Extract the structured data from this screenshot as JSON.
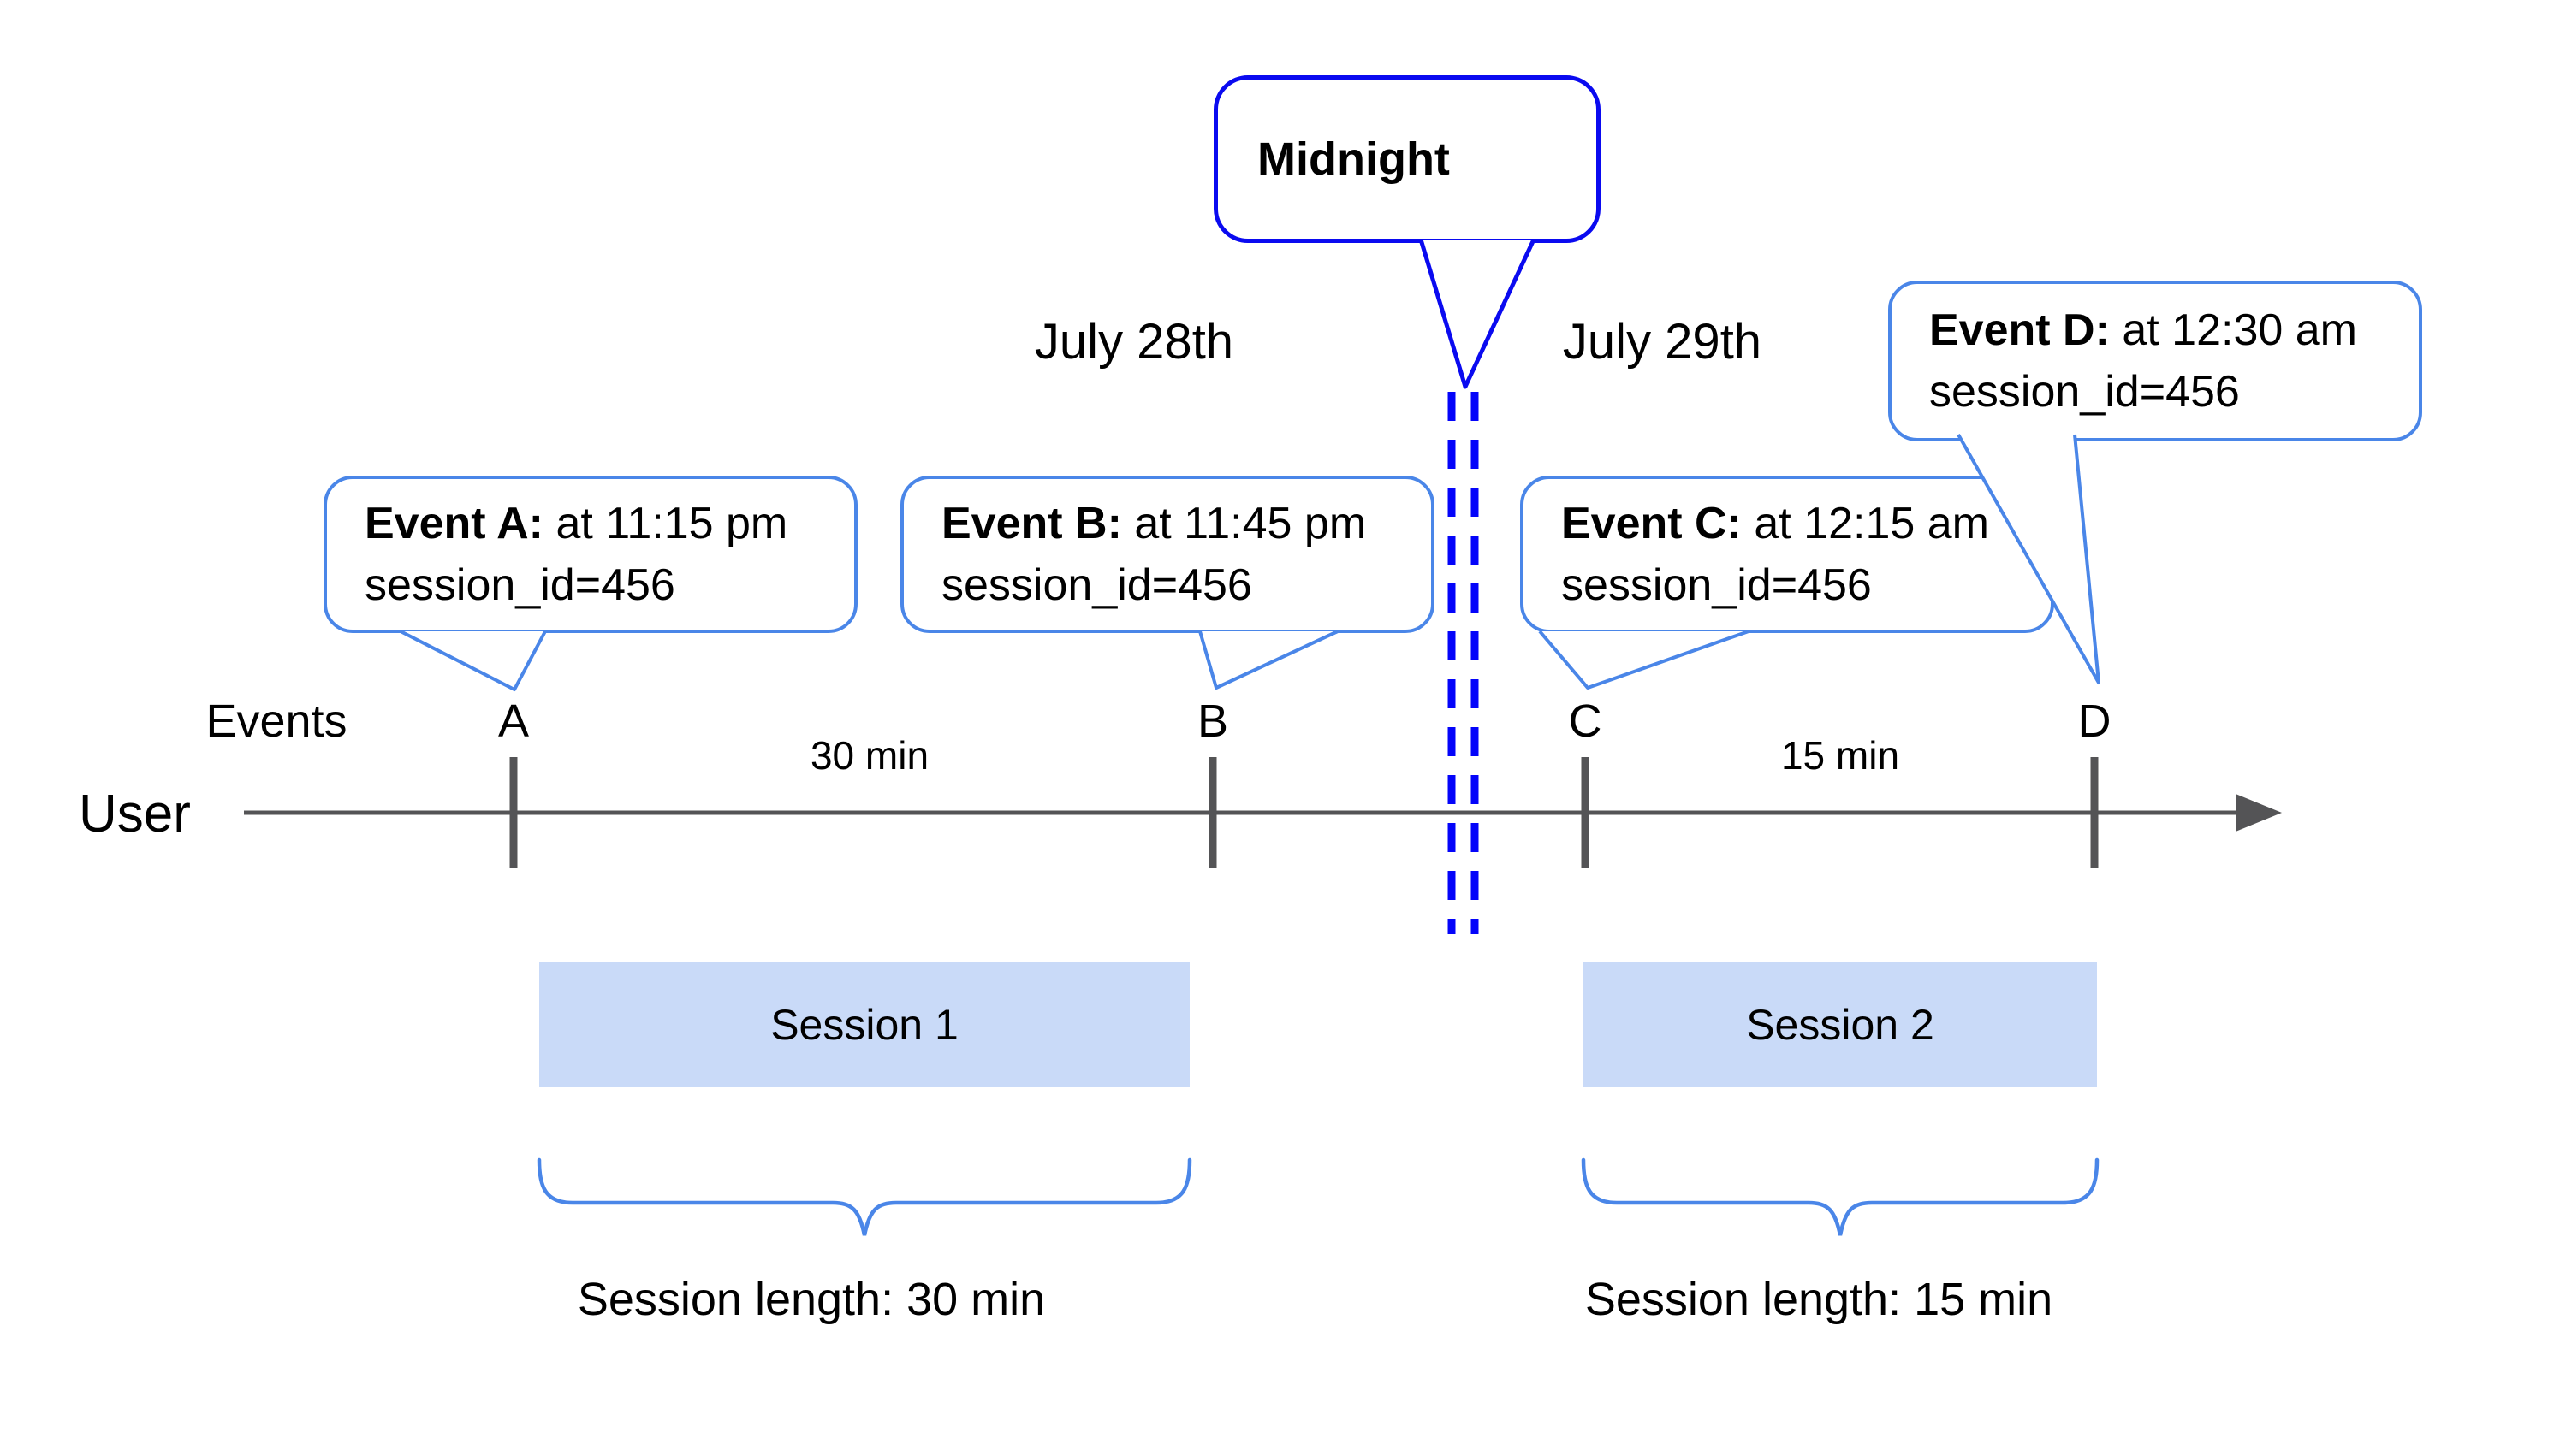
{
  "dates": {
    "left": "July 28th",
    "right": "July 29th"
  },
  "midnight": {
    "label": "Midnight"
  },
  "events": [
    {
      "id": "A",
      "title_bold": "Event A:",
      "title_rest": " at 11:15 pm",
      "detail": "session_id=456"
    },
    {
      "id": "B",
      "title_bold": "Event B:",
      "title_rest": " at 11:45 pm",
      "detail": "session_id=456"
    },
    {
      "id": "C",
      "title_bold": "Event C:",
      "title_rest": " at 12:15 am",
      "detail": "session_id=456"
    },
    {
      "id": "D",
      "title_bold": "Event D:",
      "title_rest": " at 12:30 am",
      "detail": "session_id=456"
    }
  ],
  "axis": {
    "events_label": "Events",
    "user_label": "User"
  },
  "durations": {
    "segment_ab": "30 min",
    "segment_cd": "15 min"
  },
  "sessions": [
    {
      "label": "Session 1",
      "length_label": "Session length: 30 min"
    },
    {
      "label": "Session 2",
      "length_label": "Session length: 15 min"
    }
  ],
  "colors": {
    "event_bubble_border": "#4a86e8",
    "midnight_bubble_border": "#0a0af0",
    "midnight_dashed_line": "#0404fa",
    "session_box_fill": "#c9daf8",
    "timeline_gray": "#545456",
    "brace_blue": "#4a86e8",
    "text_black": "#000000",
    "background": "#ffffff"
  }
}
